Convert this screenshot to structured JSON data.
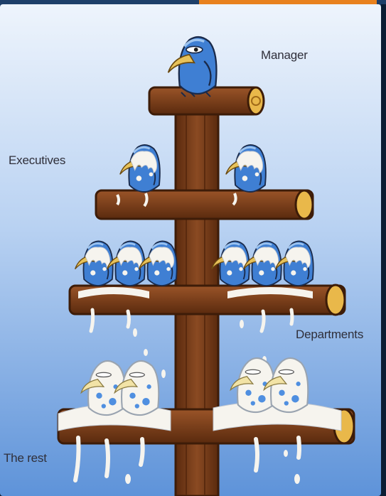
{
  "labels": {
    "manager": "Manager",
    "executives": "Executives",
    "departments": "Departments",
    "the_rest": "The rest"
  },
  "colors": {
    "sky_top": "#eef4fc",
    "sky_bottom": "#5e93d9",
    "wood": "#7a3f1c",
    "wood_dark": "#3d1c08",
    "bird_blue": "#3f7fd3",
    "beak": "#e7c25a",
    "droppings": "#f6f4ee",
    "frame": "#0b1c33",
    "accent": "#e8811e"
  },
  "icons": [
    "bird-icon"
  ]
}
